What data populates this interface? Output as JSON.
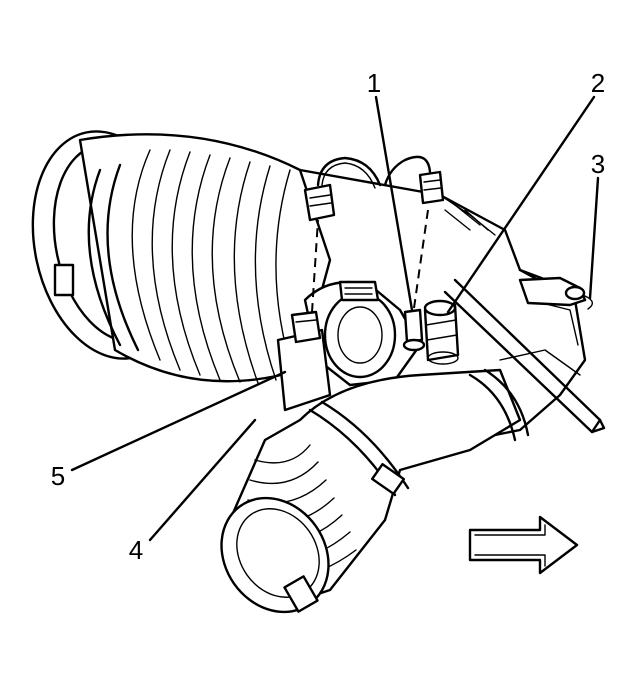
{
  "diagram": {
    "callouts": [
      {
        "id": "1",
        "label": "1"
      },
      {
        "id": "2",
        "label": "2"
      },
      {
        "id": "3",
        "label": "3"
      },
      {
        "id": "4",
        "label": "4"
      },
      {
        "id": "5",
        "label": "5"
      }
    ]
  },
  "colors": {
    "line": "#000000",
    "background": "#ffffff"
  },
  "icons": {
    "direction_arrow": "arrow-right-icon"
  }
}
